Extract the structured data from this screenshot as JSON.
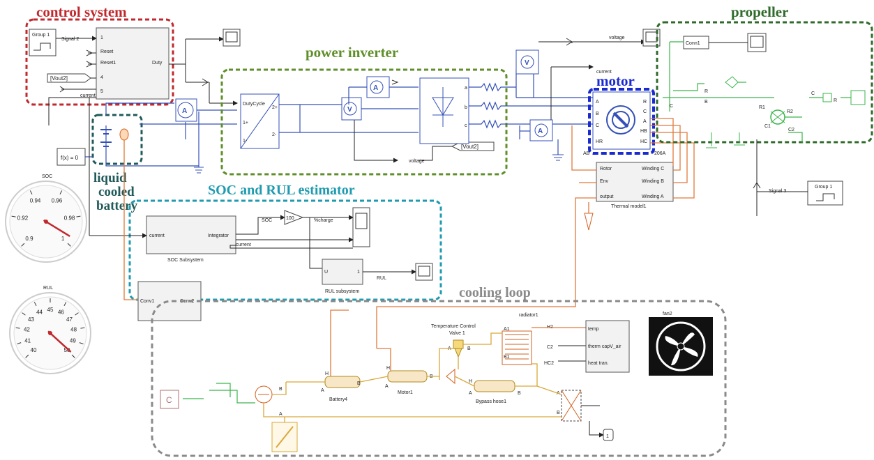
{
  "regions": {
    "control_system": {
      "title": "control system",
      "color": "#c0282d"
    },
    "propeller": {
      "title": "propeller",
      "color": "#2f6b2a"
    },
    "power_inverter": {
      "title": "power inverter",
      "color": "#5f8f2a"
    },
    "motor": {
      "title": "motor",
      "color": "#1a2ad0"
    },
    "battery": {
      "title_lines": [
        "liquid",
        "cooled",
        "battery"
      ],
      "color": "#215a5a"
    },
    "soc_rul": {
      "title": "SOC and RUL estimator",
      "color": "#1f9bb0"
    },
    "cooling_loop": {
      "title": "cooling loop",
      "color": "#8a8a8a"
    }
  },
  "blocks": {
    "group1_left": {
      "label": "Group 1",
      "signal": "Signal 2"
    },
    "controller": {
      "ports_in": [
        "1",
        "Reset",
        "Reset1",
        "4",
        "5"
      ],
      "port_out": "Duty"
    },
    "vout2_goto_left": "[Vout2]",
    "current_tag": "current",
    "fx_block": "f(x) = 0",
    "dutycycle_label": "DutyCycle",
    "vout2_goto_right": "[Vout2]",
    "voltage_tag_inverter": "voltage",
    "voltage_tag_top": "voltage",
    "current_tag_top": "current",
    "motor_block": {
      "ports_right": [
        "R",
        "C",
        "A",
        "HB",
        "HC"
      ],
      "ports_left": [
        "A",
        "B",
        "C",
        "HR"
      ],
      "label_partial": "AB",
      "label_suffix": "206A"
    },
    "thermal_model": {
      "ports_left": [
        "Rotor",
        "Env",
        "output"
      ],
      "ports_right": [
        "Winding C",
        "Winding B",
        "Winding A"
      ],
      "label": "Thermal model1"
    },
    "group1_right": {
      "label": "Group 1",
      "signal": "Signal 3"
    },
    "soc_subsystem": {
      "port_in": "current",
      "port_out": "Integrator",
      "label": "SOC Subsystem"
    },
    "soc_tag": "SOC",
    "gain": "100",
    "charge_tag": "%charge",
    "current_tag_soc": "current",
    "rul_subsystem": {
      "port_in": "U",
      "port_out": "1",
      "label": "RUL subsystem"
    },
    "rul_tag": "RUL",
    "conv_block": {
      "port_in": "Conv1",
      "port_out": "Conv2"
    },
    "radiator": {
      "label": "radiator1",
      "ports": [
        "A1",
        "B1",
        "H2",
        "C2",
        "HC2"
      ]
    },
    "fan_block": {
      "ports": [
        "temp",
        "therm capV_air",
        "heat tran."
      ],
      "label": "fan2"
    },
    "temp_valve": {
      "label_lines": [
        "Temperature Control",
        "Valve 1"
      ],
      "ports": [
        "A",
        "B"
      ]
    },
    "battery4": {
      "label": "Battery4",
      "ports": [
        "H",
        "A",
        "B"
      ]
    },
    "motor1": {
      "label": "Motor1",
      "ports": [
        "H",
        "A",
        "B"
      ]
    },
    "bypass": {
      "label": "Bypass hose1",
      "ports": [
        "H",
        "A",
        "B"
      ]
    },
    "const_c": "C",
    "out_port": "1",
    "propeller_parts": {
      "r1": "R1",
      "r2": "R2",
      "c1": "C1",
      "c2": "C2",
      "c": "C",
      "r": "R",
      "b": "B",
      "conn": "Conn1"
    }
  },
  "gauges": {
    "soc": {
      "title": "SOC",
      "ticks": [
        "0.9",
        "0.92",
        "0.94",
        "0.96",
        "0.98",
        "1"
      ],
      "value": 0.995
    },
    "rul": {
      "title": "RUL",
      "ticks": [
        "40",
        "41",
        "42",
        "43",
        "44",
        "45",
        "46",
        "47",
        "48",
        "49",
        "50"
      ],
      "value": 49.9
    }
  }
}
